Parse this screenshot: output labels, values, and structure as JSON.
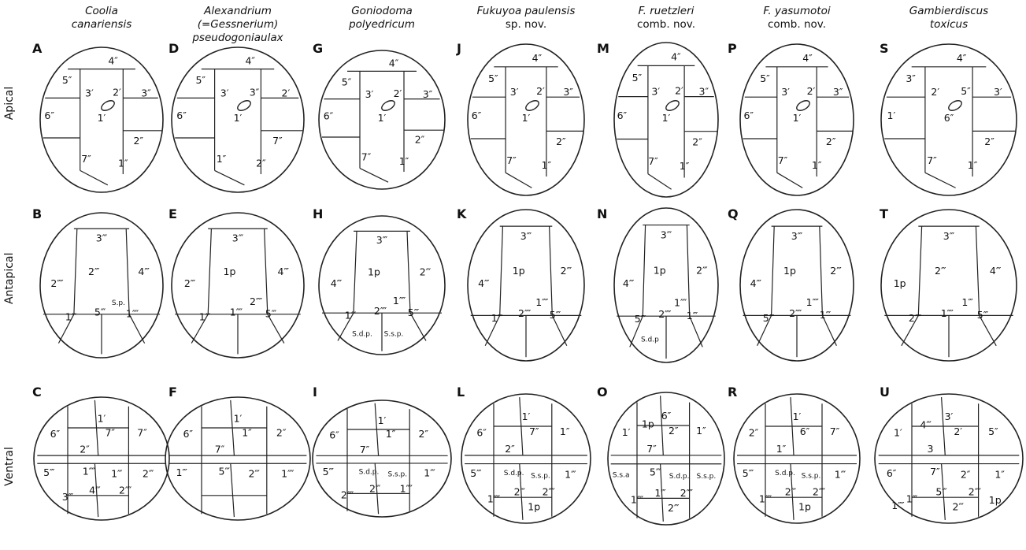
{
  "columns": [
    {
      "line1": "Coolia",
      "line2": "canariensis",
      "l1_italic": true,
      "l2_italic": true
    },
    {
      "line1": "Alexandrium (=Gessnerium)",
      "line2": "pseudogoniaulax",
      "l1_italic": true,
      "l2_italic": true
    },
    {
      "line1": "Goniodoma",
      "line2": "polyedricum",
      "l1_italic": true,
      "l2_italic": true
    },
    {
      "line1": "Fukuyoa paulensis",
      "line2": "sp. nov.",
      "l1_italic": true,
      "l2_italic": false
    },
    {
      "line1": "F. ruetzleri",
      "line2": "comb. nov.",
      "l1_italic": true,
      "l2_italic": false
    },
    {
      "line1": "F. yasumotoi",
      "line2": "comb. nov.",
      "l1_italic": true,
      "l2_italic": false
    },
    {
      "line1": "Gambierdiscus",
      "line2": "toxicus",
      "l1_italic": true,
      "l2_italic": true
    }
  ],
  "rows": [
    "Apical",
    "Antapical",
    "Ventral"
  ],
  "panel_letters": [
    [
      "A",
      "D",
      "G",
      "J",
      "M",
      "P",
      "S"
    ],
    [
      "B",
      "E",
      "H",
      "K",
      "N",
      "Q",
      "T"
    ],
    [
      "C",
      "F",
      "I",
      "L",
      "O",
      "R",
      "U"
    ]
  ],
  "panels": {
    "A": [
      "4″",
      "5″",
      "3′",
      "2′",
      "3″",
      "6″",
      "1′",
      "2″",
      "7″",
      "1″"
    ],
    "B": [
      "3‴",
      "4‴",
      "2‴",
      "2⁗",
      "S.p.",
      "5‴",
      "1‴",
      "1⁗"
    ],
    "C": [
      "1′",
      "6″",
      "7″",
      "7″",
      "2″",
      "5‴",
      "1⁗",
      "1‴",
      "2‴",
      "4‴",
      "2⁗",
      "3‴"
    ],
    "D": [
      "4″",
      "5″",
      "3′",
      "3″",
      "2′",
      "6″",
      "1′",
      "7″",
      "1″",
      "2″"
    ],
    "E": [
      "3‴",
      "4‴",
      "1p",
      "2‴",
      "2⁗",
      "1⁗",
      "1‴",
      "5‴"
    ],
    "F": [
      "1′",
      "6″",
      "1″",
      "2″",
      "7″",
      "1‴",
      "5‴",
      "2‴",
      "1⁗"
    ],
    "G": [
      "4″",
      "5″",
      "3′",
      "2′",
      "3″",
      "6″",
      "1′",
      "2″",
      "7″",
      "1″"
    ],
    "H": [
      "3‴",
      "2‴",
      "1p",
      "4‴",
      "1⁗",
      "2⁗",
      "1‴",
      "5‴",
      "S.d.p.",
      "S.s.p."
    ],
    "I": [
      "1′",
      "6″",
      "1″",
      "2″",
      "7″",
      "5‴",
      "S.d.p.",
      "S.s.p.",
      "1‴",
      "2‴",
      "1⁗",
      "2⁗"
    ],
    "J": [
      "4″",
      "5″",
      "3′",
      "2′",
      "3″",
      "6″",
      "1′",
      "2″",
      "7″",
      "1″"
    ],
    "K": [
      "3‴",
      "2‴",
      "1p",
      "4‴",
      "1⁗",
      "2⁗",
      "1‴",
      "5‴"
    ],
    "L": [
      "1′",
      "6″",
      "7″",
      "1″",
      "2″",
      "5‴",
      "S.d.p.",
      "S.s.p.",
      "1‴",
      "2‴",
      "2⁗",
      "1⁗",
      "1p"
    ],
    "M": [
      "4″",
      "5″",
      "3′",
      "2′",
      "3″",
      "6″",
      "1′",
      "2″",
      "7″",
      "1″"
    ],
    "N": [
      "3‴",
      "2‴",
      "1p",
      "4‴",
      "1⁗",
      "2⁗",
      "5‴",
      "1‴",
      "S.d.p"
    ],
    "O": [
      "6″",
      "1′",
      "2″",
      "1″",
      "7″",
      "S.s.a",
      "5‴",
      "S.d.p.",
      "S.s.p.",
      "1‴",
      "2⁗",
      "1⁗",
      "2‴",
      "1p"
    ],
    "P": [
      "4″",
      "5″",
      "3′",
      "2′",
      "3″",
      "6″",
      "1′",
      "2″",
      "7″",
      "1″"
    ],
    "Q": [
      "3‴",
      "2‴",
      "1p",
      "4‴",
      "1⁗",
      "2⁗",
      "5‴",
      "1‴"
    ],
    "R": [
      "1′",
      "2″",
      "6″",
      "7″",
      "1″",
      "5‴",
      "S.d.p.",
      "S.s.p.",
      "1‴",
      "2‴",
      "2⁗",
      "1⁗",
      "1p"
    ],
    "S": [
      "4″",
      "3″",
      "2′",
      "5″",
      "3′",
      "1′",
      "6″",
      "2″",
      "7″",
      "1″"
    ],
    "T": [
      "3‴",
      "4‴",
      "2‴",
      "1p",
      "1‴",
      "1⁗",
      "2⁗",
      "5‴"
    ],
    "U": [
      "3′",
      "1′",
      "2′",
      "5″",
      "3",
      "6″",
      "7″",
      "2″",
      "1″",
      "5‴",
      "2⁗",
      "1‴",
      "2‴",
      "4‴",
      "1p",
      "1⁗"
    ]
  }
}
